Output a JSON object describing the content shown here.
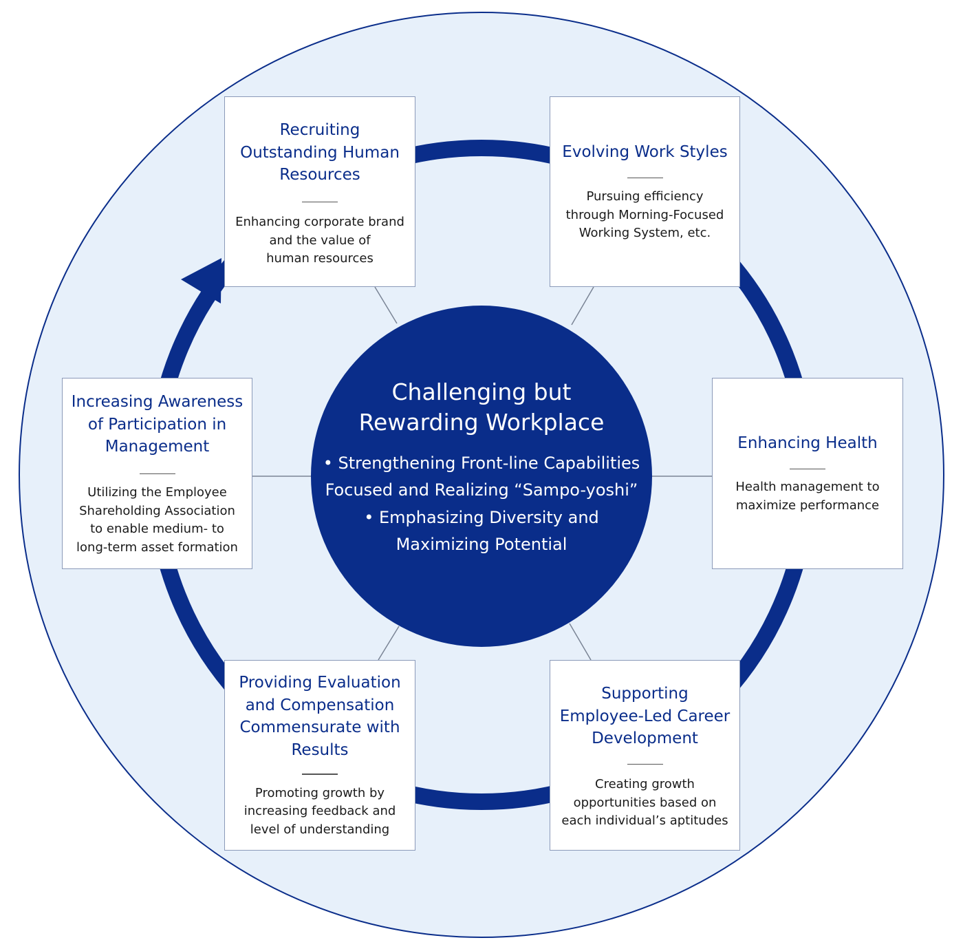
{
  "colors": {
    "outer_circle_fill": "#e7f0fa",
    "outer_circle_stroke": "#0a2d8a",
    "ring": "#0a2d8a",
    "center_fill": "#0a2d8a",
    "connector": "#7a8495",
    "box_title": "#0a2d8a",
    "box_text": "#1a1a1a"
  },
  "center": {
    "title": "Challenging but\nRewarding Workplace",
    "bullets": [
      "• Strengthening Front-line Capabilities\nFocused and Realizing “Sampo-yoshi”",
      "• Emphasizing Diversity and\nMaximizing Potential"
    ]
  },
  "boxes": {
    "recruiting": {
      "title": "Recruiting\nOutstanding Human\nResources",
      "desc": "Enhancing corporate brand\nand the value of\nhuman resources"
    },
    "work_styles": {
      "title": "Evolving Work Styles",
      "desc": "Pursuing efficiency\nthrough Morning-Focused\nWorking System, etc."
    },
    "health": {
      "title": "Enhancing Health",
      "desc": "Health management to\nmaximize performance"
    },
    "career": {
      "title": "Supporting\nEmployee-Led Career\nDevelopment",
      "desc": "Creating growth\nopportunities based on\neach individual’s aptitudes"
    },
    "evaluation": {
      "title": "Providing Evaluation\nand Compensation\nCommensurate with\nResults",
      "desc": "Promoting growth by\nincreasing feedback and\nlevel of understanding"
    },
    "participation": {
      "title": "Increasing Awareness\nof Participation in\nManagement",
      "desc": "Utilizing the Employee\nShareholding Association\nto enable medium- to\nlong-term asset formation"
    }
  }
}
